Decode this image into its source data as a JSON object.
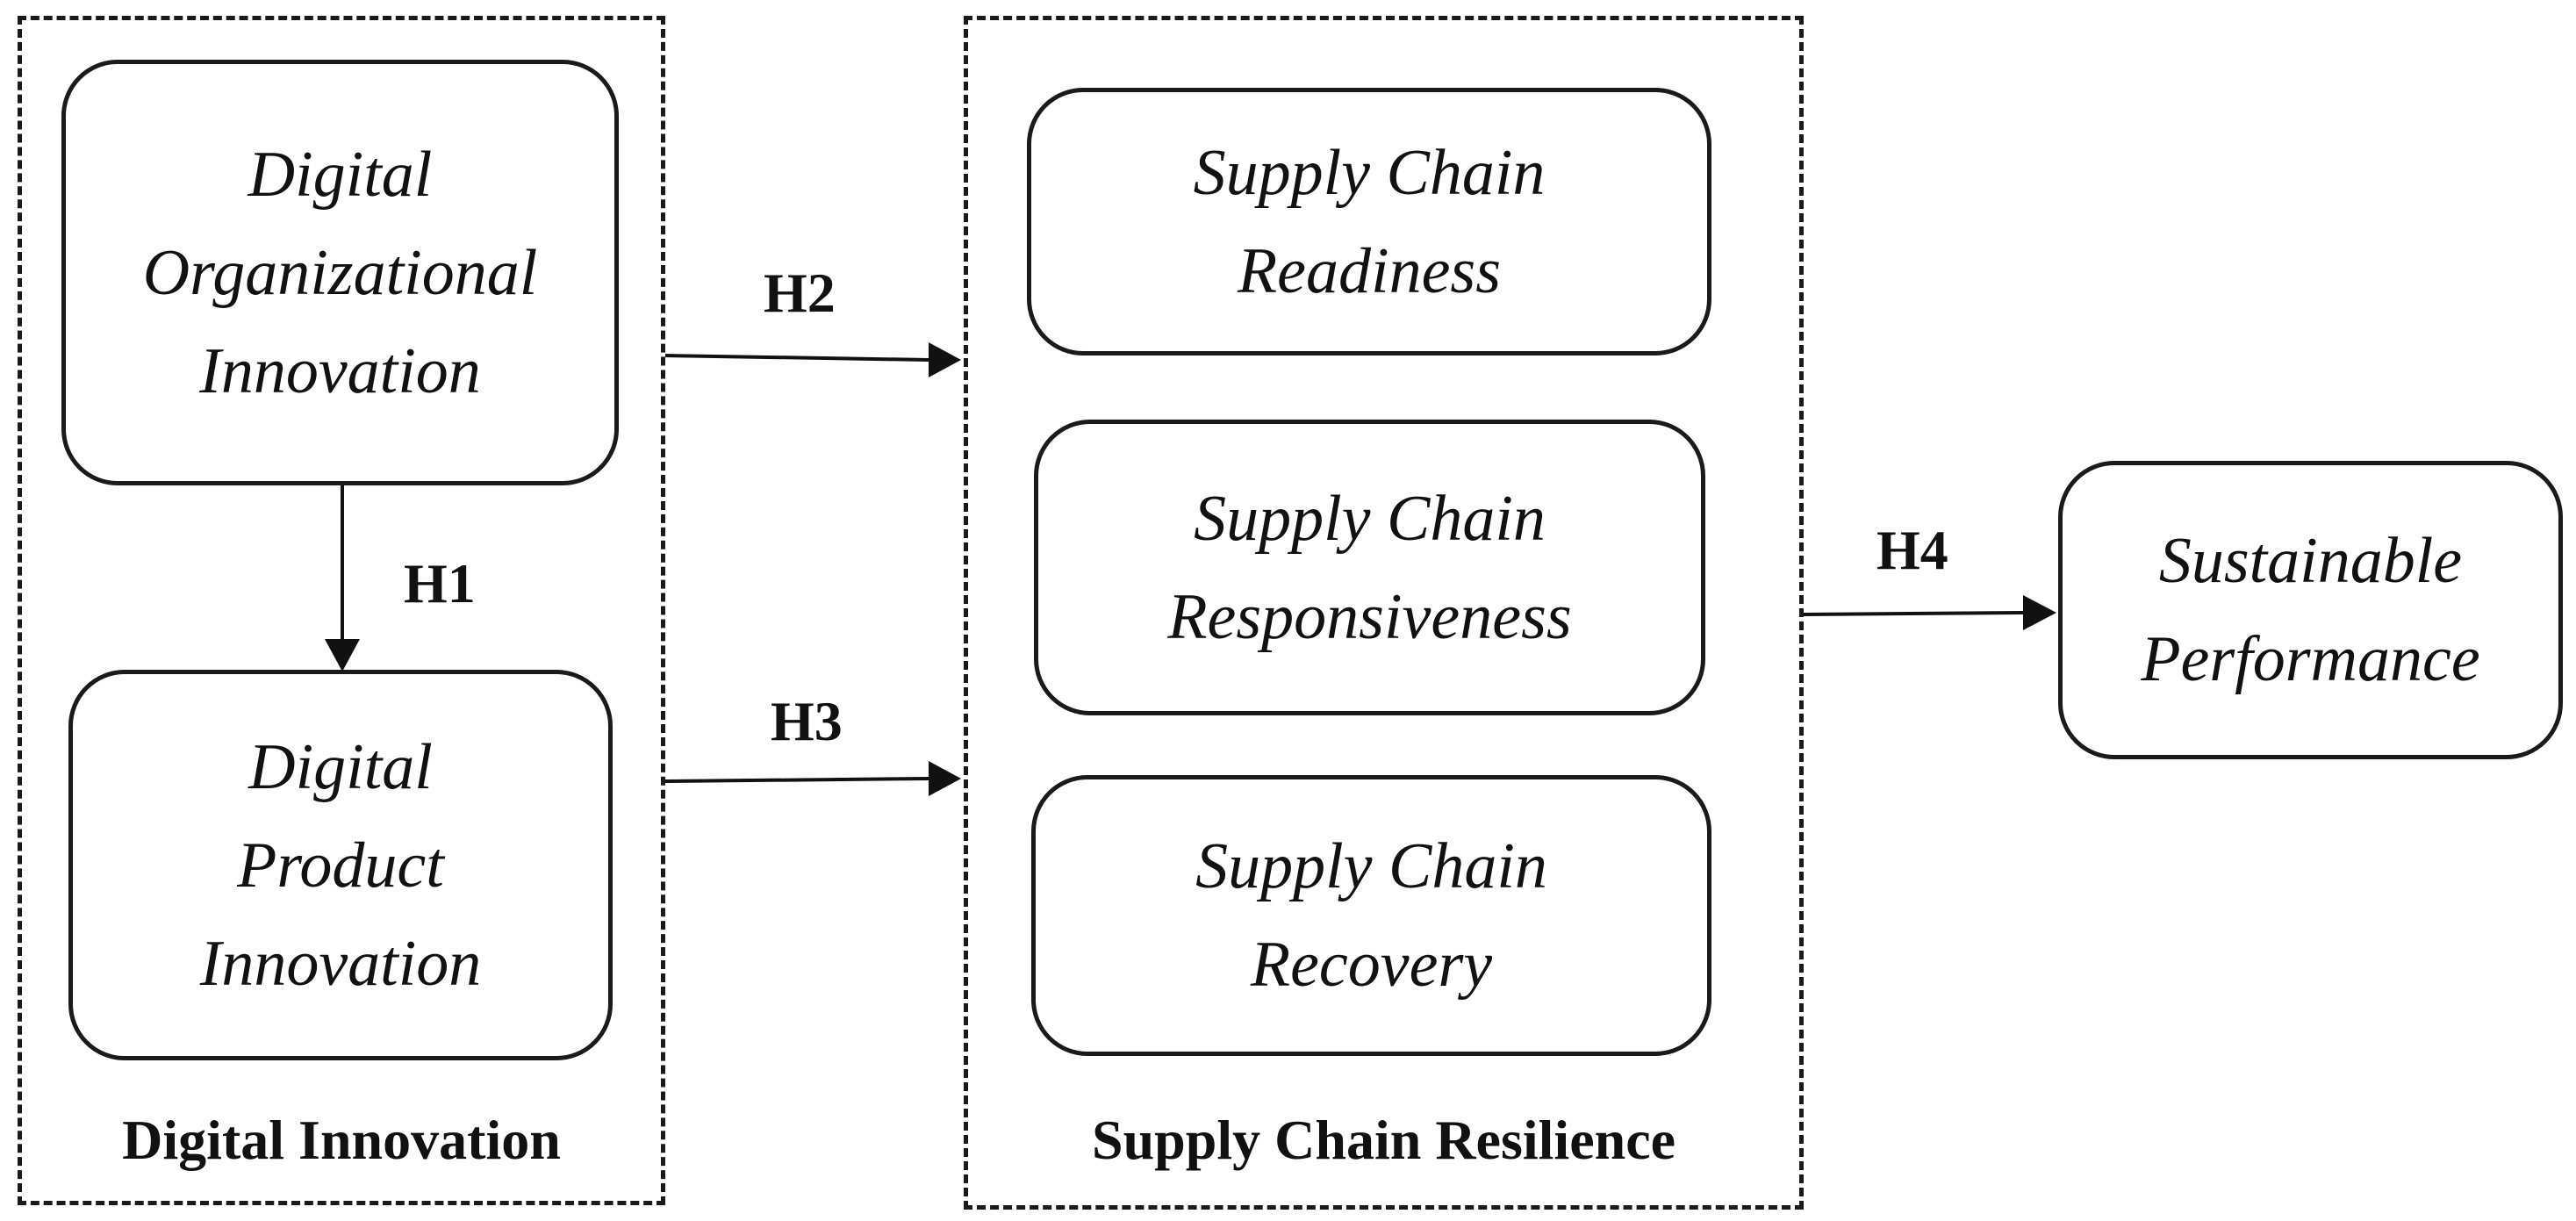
{
  "diagram": {
    "groups": {
      "digital_innovation": {
        "title": "Digital Innovation"
      },
      "supply_chain_resilience": {
        "title": "Supply Chain Resilience"
      }
    },
    "nodes": {
      "digital_organizational_innovation": {
        "lines": [
          "Digital",
          "Organizational",
          "Innovation"
        ]
      },
      "digital_product_innovation": {
        "lines": [
          "Digital",
          "Product",
          "Innovation"
        ]
      },
      "supply_chain_readiness": {
        "lines": [
          "Supply Chain",
          "Readiness"
        ]
      },
      "supply_chain_responsiveness": {
        "lines": [
          "Supply Chain",
          "Responsiveness"
        ]
      },
      "supply_chain_recovery": {
        "lines": [
          "Supply Chain",
          "Recovery"
        ]
      },
      "sustainable_performance": {
        "lines": [
          "Sustainable",
          "Performance"
        ]
      }
    },
    "hypotheses": {
      "h1": "H1",
      "h2": "H2",
      "h3": "H3",
      "h4": "H4"
    },
    "edges": [
      {
        "from": "digital_organizational_innovation",
        "to": "digital_product_innovation",
        "label": "H1"
      },
      {
        "from": "digital_organizational_innovation",
        "to": "supply_chain_resilience",
        "label": "H2"
      },
      {
        "from": "digital_product_innovation",
        "to": "supply_chain_resilience",
        "label": "H3"
      },
      {
        "from": "supply_chain_resilience",
        "to": "sustainable_performance",
        "label": "H4"
      }
    ],
    "colors": {
      "stroke": "#1a1a1a",
      "background": "#ffffff"
    }
  }
}
